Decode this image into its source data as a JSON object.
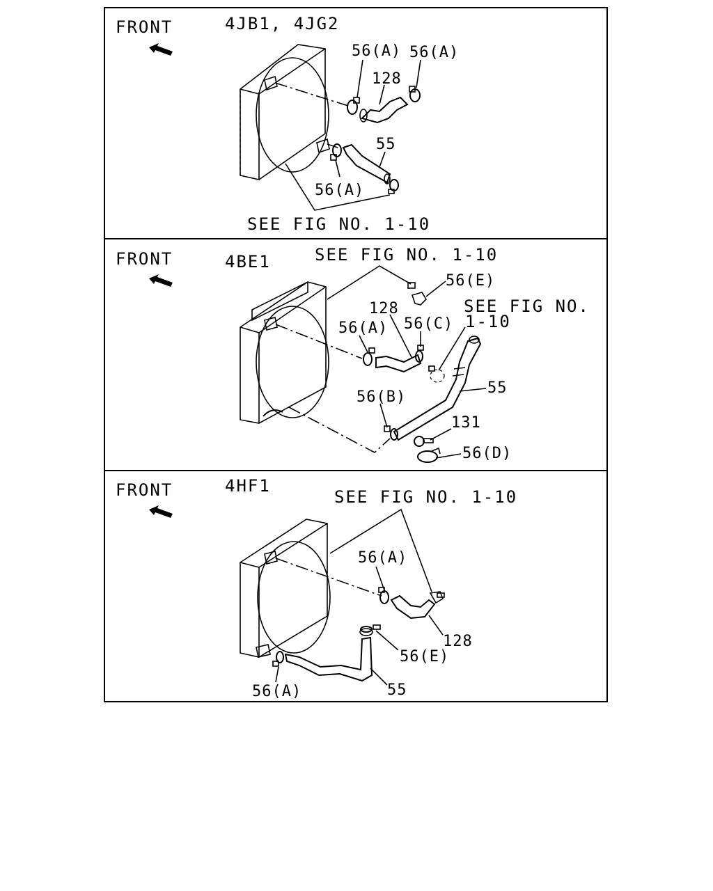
{
  "panels": [
    {
      "front_label": "FRONT",
      "model": "4JB1, 4JG2",
      "labels": {
        "clamp_a_1": "56(A)",
        "clamp_a_2": "56(A)",
        "clamp_a_3": "56(A)",
        "hose_upper": "128",
        "hose_lower": "55",
        "see_fig": "SEE FIG NO. 1-10"
      }
    },
    {
      "front_label": "FRONT",
      "model": "4BE1",
      "labels": {
        "see_fig_top": "SEE FIG NO. 1-10",
        "clamp_e": "56(E)",
        "hose_upper": "128",
        "see_fig_right_line1": "SEE FIG NO.",
        "see_fig_right_line2": "1-10",
        "clamp_a": "56(A)",
        "clamp_c": "56(C)",
        "hose_lower": "55",
        "clamp_b": "56(B)",
        "part_131": "131",
        "clamp_d": "56(D)"
      }
    },
    {
      "front_label": "FRONT",
      "model": "4HF1",
      "labels": {
        "see_fig": "SEE FIG NO. 1-10",
        "clamp_a_upper": "56(A)",
        "hose_upper": "128",
        "clamp_e": "56(E)",
        "clamp_a_lower": "56(A)",
        "hose_lower": "55"
      }
    }
  ],
  "icons": {
    "front_arrow": "front-arrow-icon"
  }
}
